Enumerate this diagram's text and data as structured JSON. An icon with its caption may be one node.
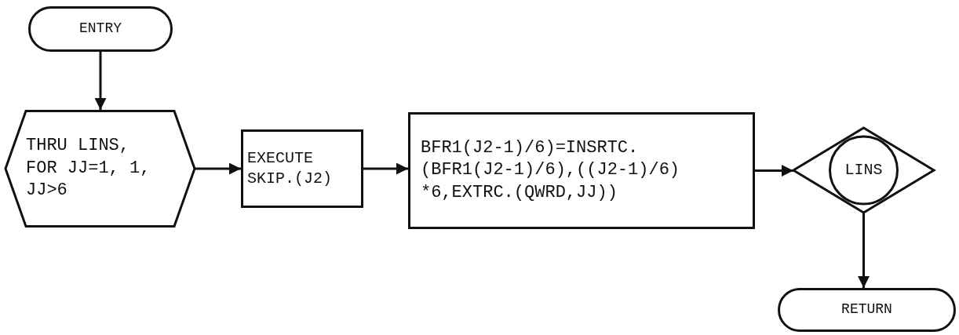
{
  "diagram": {
    "nodes": [
      {
        "text": [
          "ENTRY"
        ]
      },
      {
        "text": [
          "THRU LINS, FOR JJ=1, 1, JJ>6"
        ]
      },
      {
        "text": [
          "EXECUTE SKIP.(J2)"
        ]
      },
      {
        "text": [
          "BFR1(J2-1)/6)=INSRTC. (BFR1(J2-1)/6),((J2-1)/6) *6,EXTRC.(QWRD,JJ))"
        ]
      },
      {
        "text": [
          "LINS"
        ]
      },
      {
        "text": [
          "RETURN"
        ]
      }
    ],
    "edges": [
      {
        "from": 0,
        "to": 1,
        "arrow": "to"
      },
      {
        "from": 1,
        "to": 2,
        "arrow": "to"
      },
      {
        "from": 2,
        "to": 3,
        "arrow": "to"
      },
      {
        "from": 3,
        "to": 4,
        "arrow": "to"
      },
      {
        "from": 4,
        "to": 5,
        "arrow": "to"
      }
    ]
  }
}
